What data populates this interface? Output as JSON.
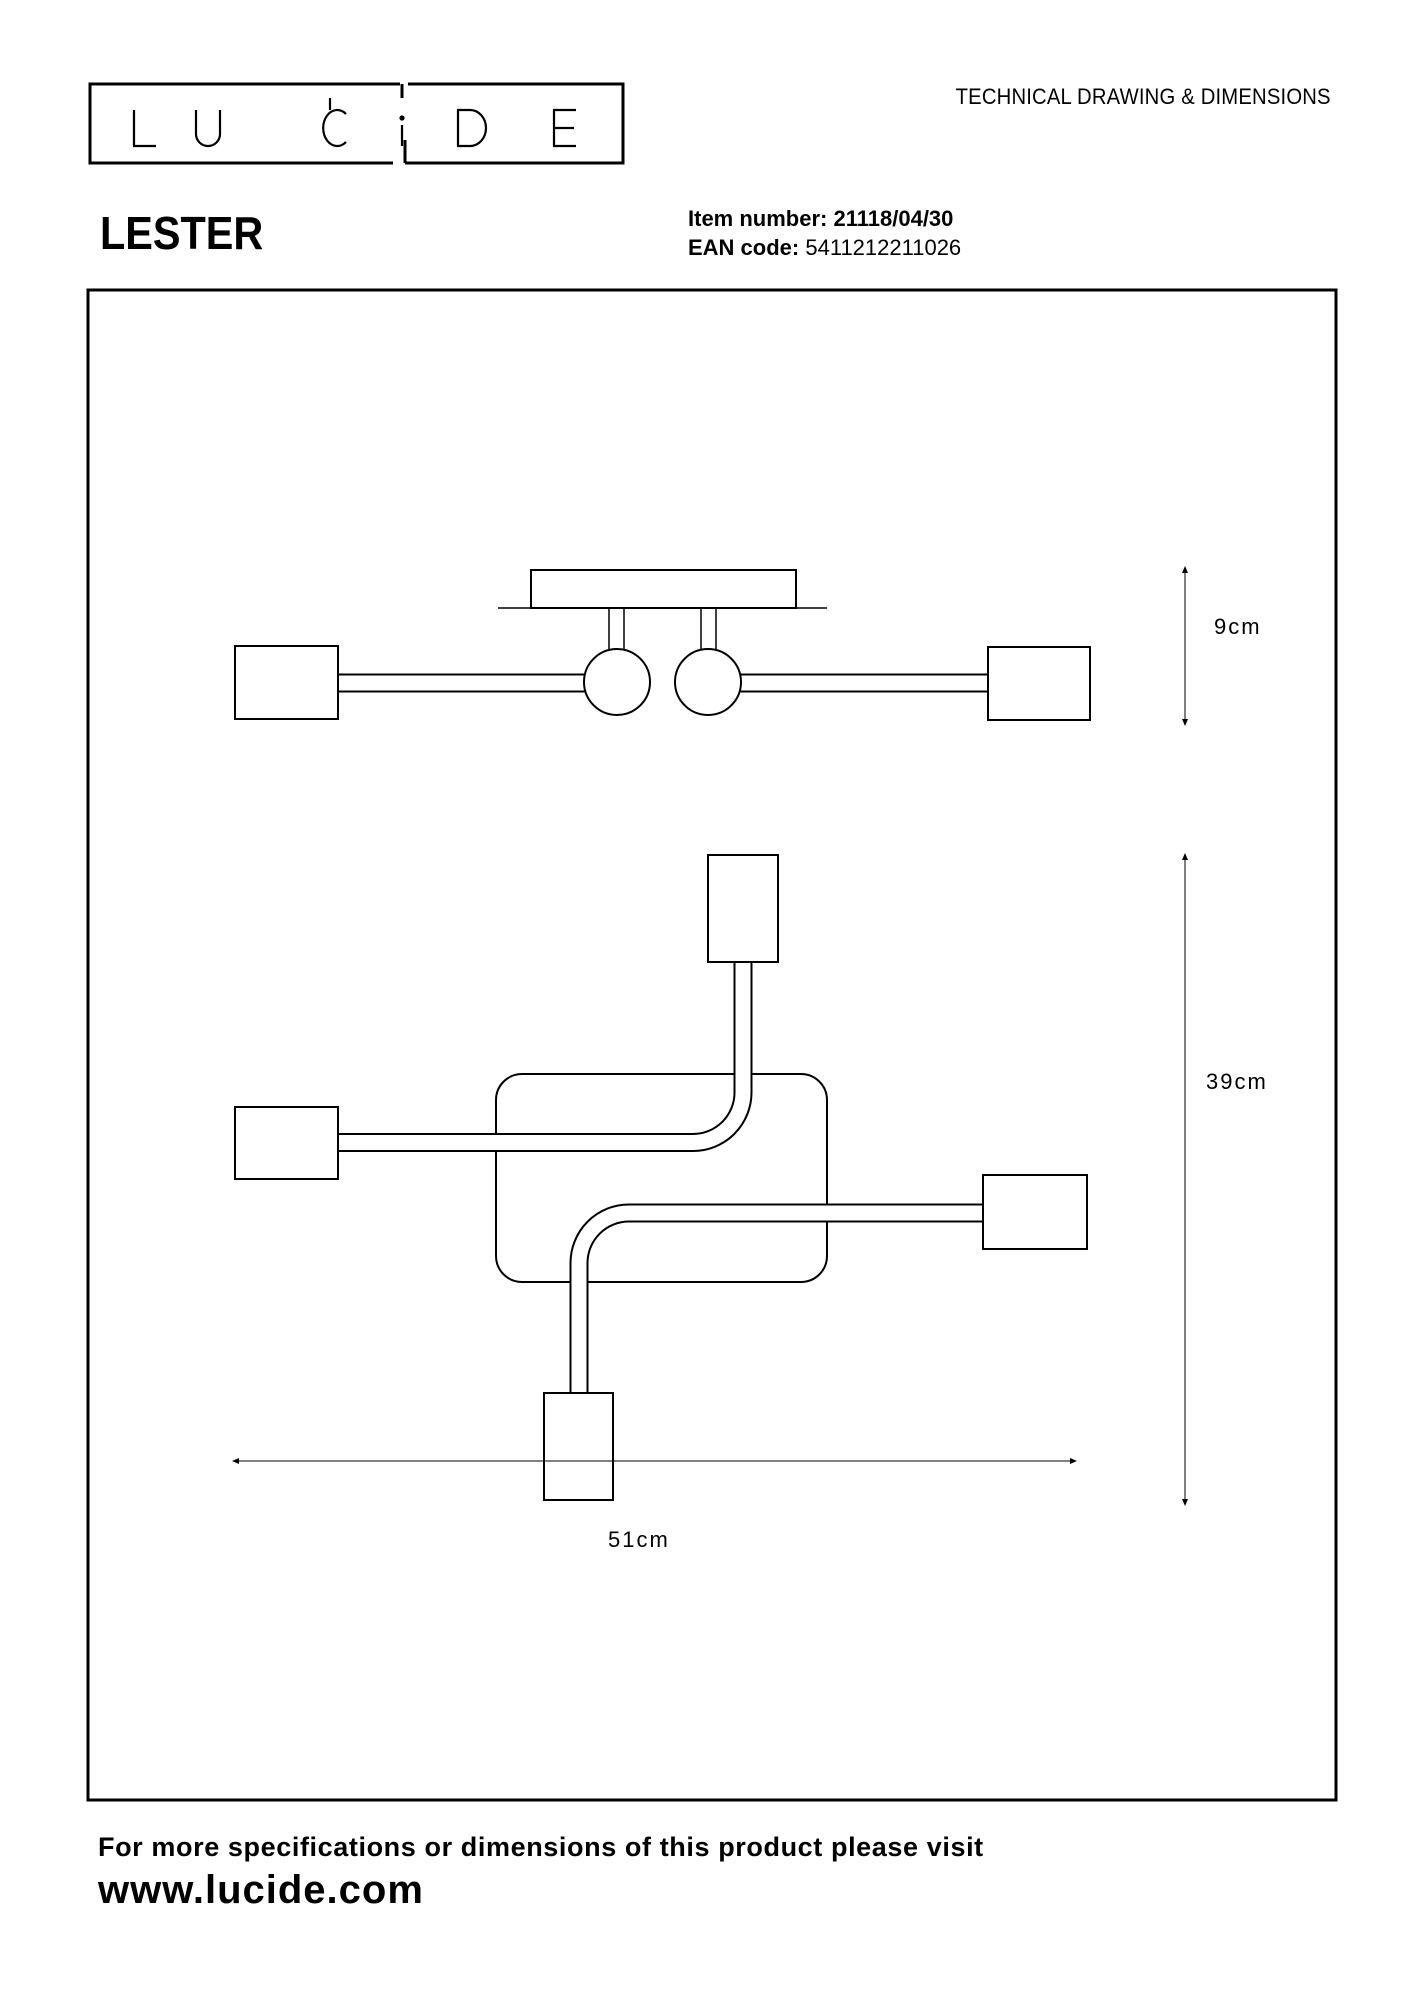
{
  "header": {
    "logo_text": "LUCIDE",
    "document_type": "TECHNICAL DRAWING & DIMENSIONS"
  },
  "product": {
    "name": "LESTER",
    "item_number_label": "Item number:",
    "item_number": "21118/04/30",
    "ean_label": "EAN code:",
    "ean": "5411212211026"
  },
  "dimensions": {
    "height": "9cm",
    "depth": "39cm",
    "width": "51cm"
  },
  "footer": {
    "note": "For more specifications or dimensions of this product please visit",
    "website": "www.lucide.com"
  }
}
